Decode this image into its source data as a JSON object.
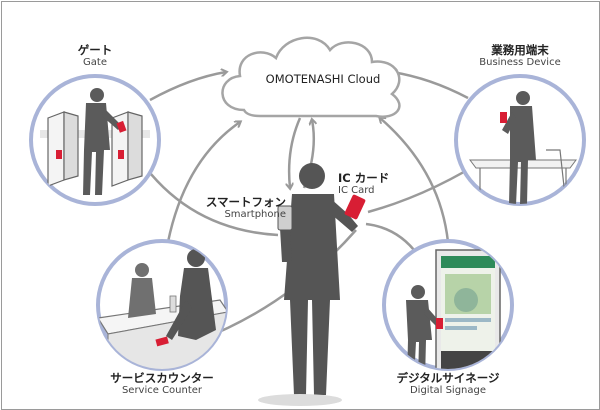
{
  "cloud": {
    "label": "OMOTENASHI Cloud"
  },
  "nodes": {
    "gate": {
      "jp": "ゲート",
      "en": "Gate"
    },
    "business_device": {
      "jp": "業務用端末",
      "en": "Business Device"
    },
    "service_counter": {
      "jp": "サービスカウンター",
      "en": "Service Counter"
    },
    "digital_signage": {
      "jp": "デジタルサイネージ",
      "en": "Digital Signage"
    }
  },
  "person": {
    "smartphone": {
      "jp": "スマートフォン",
      "en": "Smartphone"
    },
    "ic_card": {
      "jp": "IC カード",
      "en": "IC Card"
    }
  },
  "colors": {
    "circle_border": "#a9b4d8",
    "arrow": "#9a9a9a",
    "silhouette": "#5b5b5b",
    "accent_red": "#d81e34",
    "signage_green": "#2e8b5a"
  }
}
